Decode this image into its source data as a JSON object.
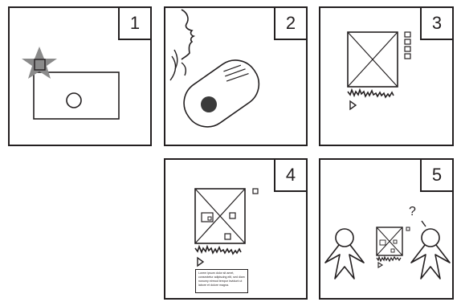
{
  "panels": [
    {
      "number": "1"
    },
    {
      "number": "2"
    },
    {
      "number": "3"
    },
    {
      "number": "4",
      "caption_text": "Lorem ipsum dolor sit amet, consectetur adipiscing elit, sed diam nonumy eirmod tempor invidunt ut labore et dolore magna."
    },
    {
      "number": "5",
      "question_mark": "?"
    }
  ],
  "colors": {
    "line": "#231f20",
    "star": "#8a8a8a",
    "button": "#3a3a3a"
  }
}
